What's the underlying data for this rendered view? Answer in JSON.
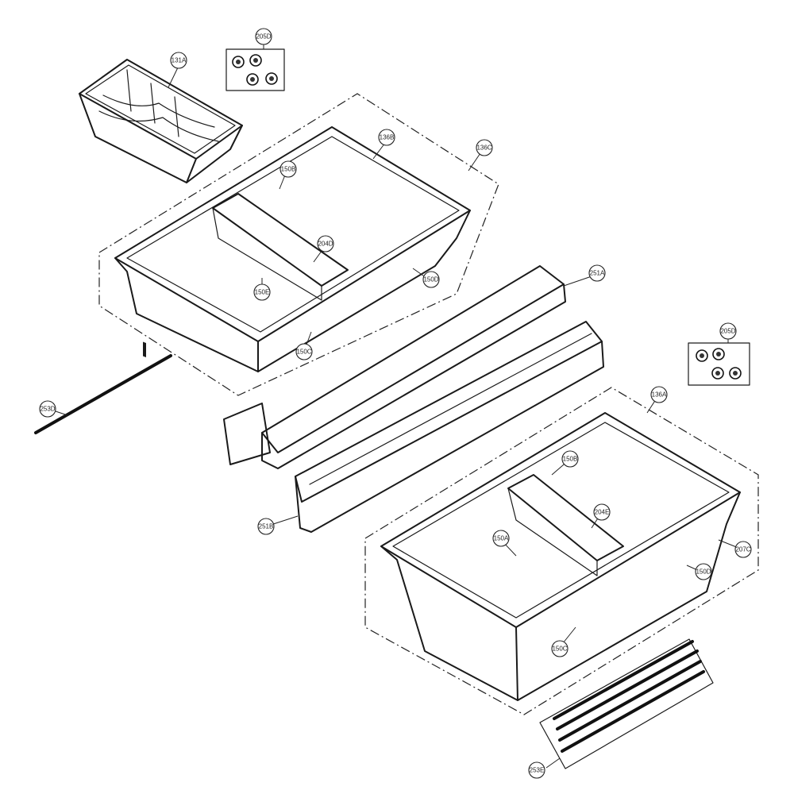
{
  "callouts": [
    {
      "id": "c-131a",
      "label": "131A"
    },
    {
      "id": "c-205d-top",
      "label": "205D"
    },
    {
      "id": "c-136b",
      "label": "136B"
    },
    {
      "id": "c-136c",
      "label": "136C"
    },
    {
      "id": "c-150b-top",
      "label": "150B"
    },
    {
      "id": "c-204d-top",
      "label": "204D"
    },
    {
      "id": "c-150e",
      "label": "150E"
    },
    {
      "id": "c-150d-top",
      "label": "150D"
    },
    {
      "id": "c-150c-top",
      "label": "150C"
    },
    {
      "id": "c-251a",
      "label": "251A"
    },
    {
      "id": "c-253d",
      "label": "253D"
    },
    {
      "id": "c-251b",
      "label": "251B"
    },
    {
      "id": "c-205d-right",
      "label": "205D"
    },
    {
      "id": "c-136a",
      "label": "136A"
    },
    {
      "id": "c-150b-bot",
      "label": "150B"
    },
    {
      "id": "c-204e",
      "label": "204E"
    },
    {
      "id": "c-150a",
      "label": "150A"
    },
    {
      "id": "c-207c",
      "label": "207C"
    },
    {
      "id": "c-150d-bot",
      "label": "150D"
    },
    {
      "id": "c-150c-bot",
      "label": "150C"
    },
    {
      "id": "c-253e",
      "label": "253E"
    }
  ]
}
